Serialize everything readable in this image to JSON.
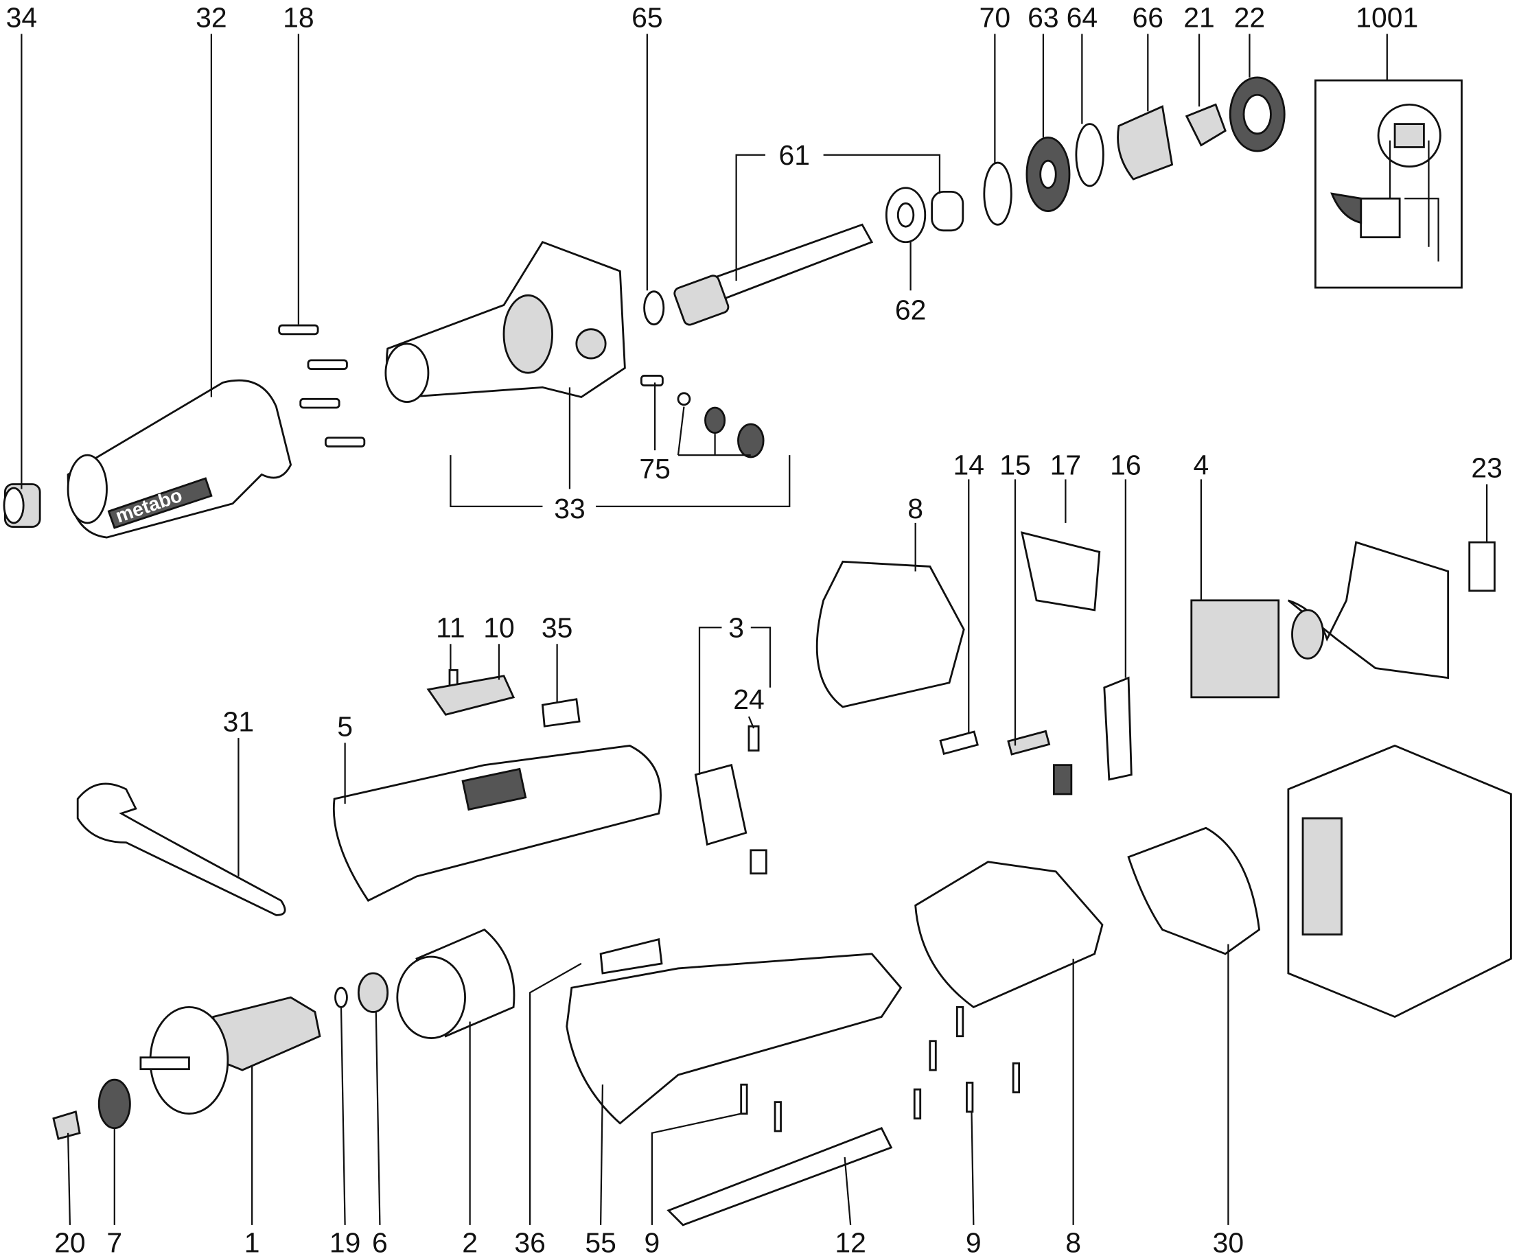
{
  "diagram": {
    "type": "exploded parts diagram",
    "brand_logo": "metabo",
    "callouts": [
      "34",
      "32",
      "18",
      "65",
      "70",
      "63",
      "64",
      "66",
      "21",
      "22",
      "1001",
      "61",
      "62",
      "75",
      "33",
      "14",
      "15",
      "17",
      "16",
      "4",
      "23",
      "8",
      "11",
      "10",
      "35",
      "3",
      "24",
      "31",
      "5",
      "20",
      "7",
      "1",
      "19",
      "6",
      "2",
      "36",
      "55",
      "9",
      "12",
      "9",
      "8",
      "30"
    ]
  }
}
